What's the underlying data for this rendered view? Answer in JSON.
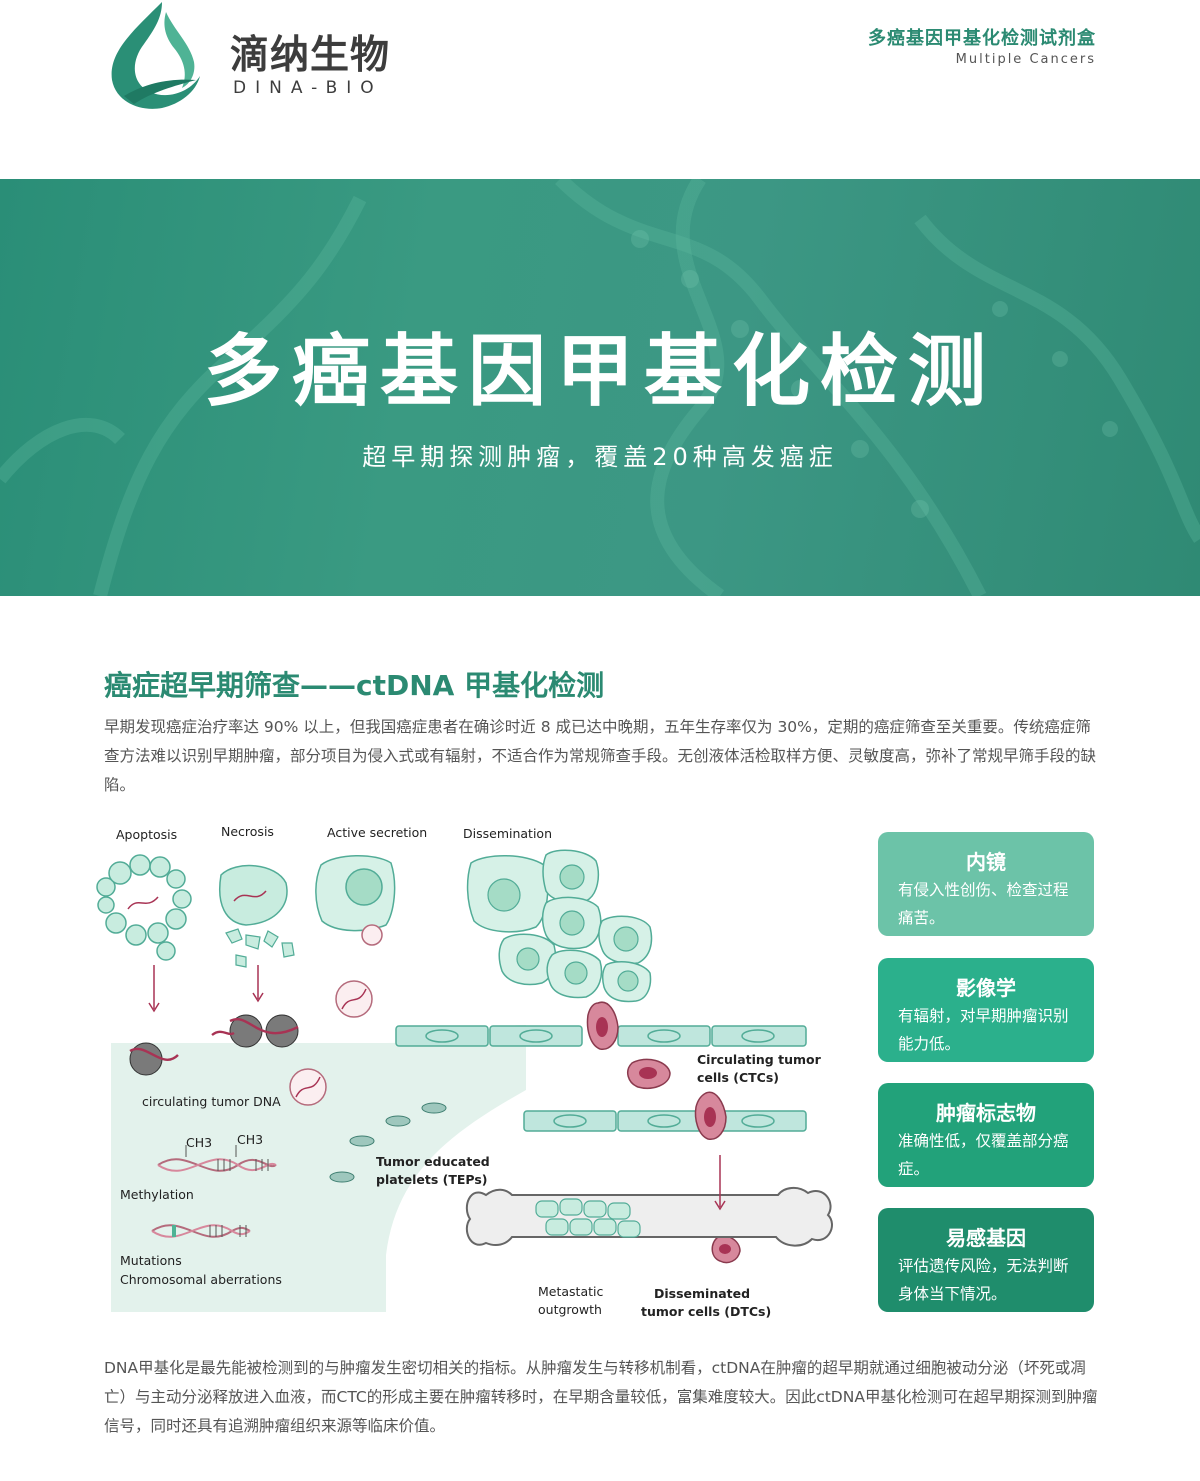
{
  "brand": {
    "name_cn": "滴纳生物",
    "name_en": "DINA-BIO"
  },
  "product": {
    "name_cn": "多癌基因甲基化检测试剂盒",
    "name_en": "Multiple Cancers"
  },
  "hero": {
    "title": "多癌基因甲基化检测",
    "subtitle": "超早期探测肿瘤，覆盖20种高发癌症"
  },
  "section": {
    "title": "癌症超早期筛查——ctDNA 甲基化检测",
    "intro": "早期发现癌症治疗率达 90% 以上，但我国癌症患者在确诊时近 8 成已达中晚期，五年生存率仅为 30%，定期的癌症筛查至关重要。传统癌症筛查方法难以识别早期肿瘤，部分项目为侵入式或有辐射，不适合作为常规筛查手段。无创液体活检取样方便、灵敏度高，弥补了常规早筛手段的缺陷。",
    "conclusion": "DNA甲基化是最先能被检测到的与肿瘤发生密切相关的指标。从肿瘤发生与转移机制看，ctDNA在肿瘤的超早期就通过细胞被动分泌（坏死或凋亡）与主动分泌释放进入血液，而CTC的形成主要在肿瘤转移时，在早期含量较低，富集难度较大。因此ctDNA甲基化检测可在超早期探测到肿瘤信号，同时还具有追溯肿瘤组织来源等临床价值。"
  },
  "diagram": {
    "apoptosis": "Apoptosis",
    "necrosis": "Necrosis",
    "active_secretion": "Active secretion",
    "dissemination": "Dissemination",
    "ctdna": "circulating tumor DNA",
    "ctc_line1": "Circulating tumor",
    "ctc_line2": "cells (CTCs)",
    "ch3_a": "CH3",
    "ch3_b": "CH3",
    "methylation": "Methylation",
    "teps_line1": "Tumor educated",
    "teps_line2": "platelets (TEPs)",
    "mutations": "Mutations",
    "chromosomal": "Chromosomal aberrations",
    "metastatic_line1": "Metastatic",
    "metastatic_line2": "outgrowth",
    "dtc_line1": "Disseminated",
    "dtc_line2": "tumor cells (DTCs)"
  },
  "cards": [
    {
      "title": "内镜",
      "desc": "有侵入性创伤、检查过程痛苦。",
      "color": "#6cc3a8"
    },
    {
      "title": "影像学",
      "desc": "有辐射，对早期肿瘤识别能力低。",
      "color": "#2bb08c"
    },
    {
      "title": "肿瘤标志物",
      "desc": "准确性低，仅覆盖部分癌症。",
      "color": "#22a27a"
    },
    {
      "title": "易感基因",
      "desc": "评估遗传风险，无法判断身体当下情况。",
      "color": "#1f8d6c"
    }
  ]
}
